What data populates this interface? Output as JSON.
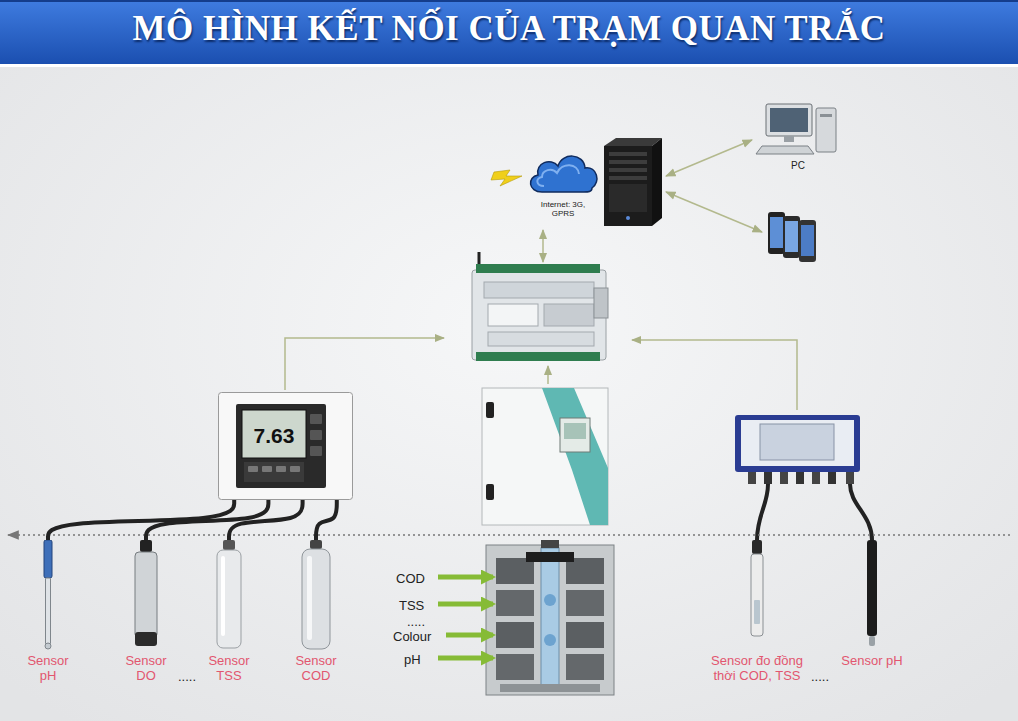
{
  "diagram": {
    "title": "MÔ HÌNH KẾT NỐI CỦA TRẠM QUAN TRẮC",
    "nodes": [
      {
        "text": [
          "Internet: 3G, GPRS"
        ]
      },
      {
        "text": [
          "PC"
        ]
      },
      {
        "text": [
          "7.63"
        ]
      },
      {
        "text": [
          "Sensor pH"
        ]
      },
      {
        "text": [
          "Sensor DO"
        ]
      },
      {
        "text": [
          "Sensor TSS"
        ]
      },
      {
        "text": [
          "Sensor COD"
        ]
      },
      {
        "text": [
          "Sensor đo đồng thời COD, TSS"
        ]
      },
      {
        "text": [
          "Sensor pH"
        ]
      }
    ],
    "edges": [
      {
        "from": 2,
        "to": 3,
        "arrow": "none"
      },
      {
        "from": 2,
        "to": 4,
        "arrow": "none"
      },
      {
        "from": 2,
        "to": 5,
        "arrow": "none"
      },
      {
        "from": 2,
        "to": 6,
        "arrow": "none"
      }
    ],
    "labels": [
      "COD",
      "TSS",
      ".....",
      "Colour",
      "pH",
      ".....",
      "....."
    ]
  }
}
